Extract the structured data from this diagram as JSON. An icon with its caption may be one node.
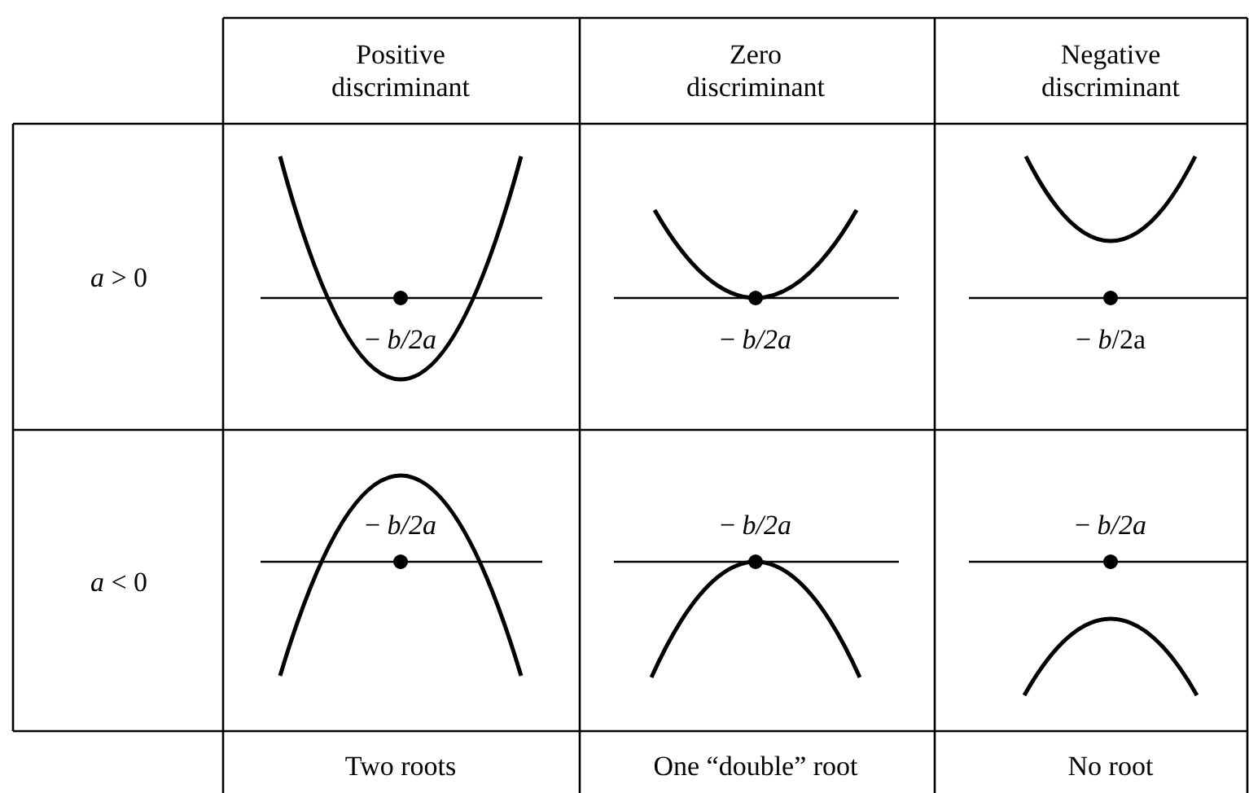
{
  "diagram": {
    "labels": [
      "Positive discriminant",
      "Zero discriminant",
      "Negative discriminant",
      "*a* > 0",
      "− *b/2a*",
      "− *b/2a*",
      "− *b*/2a",
      "*a* < 0",
      "− *b/2a*",
      "− *b/2a*",
      "− *b/2a*",
      "Two roots",
      "One “double” root",
      "No root"
    ]
  }
}
